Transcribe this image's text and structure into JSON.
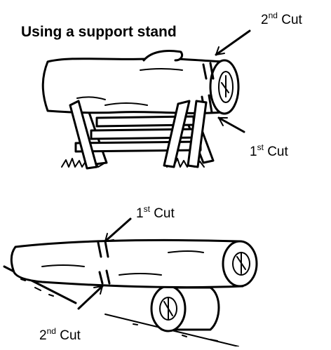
{
  "title": "Using a support stand",
  "top_scene": {
    "cut2": {
      "prefix": "2",
      "sup": "nd",
      "word": " Cut"
    },
    "cut1": {
      "prefix": "1",
      "sup": "st",
      "word": " Cut"
    }
  },
  "bottom_scene": {
    "cut1": {
      "prefix": "1",
      "sup": "st",
      "word": " Cut"
    },
    "cut2": {
      "prefix": "2",
      "sup": "nd",
      "word": " Cut"
    }
  },
  "colors": {
    "ink": "#000000",
    "paper": "#ffffff"
  }
}
